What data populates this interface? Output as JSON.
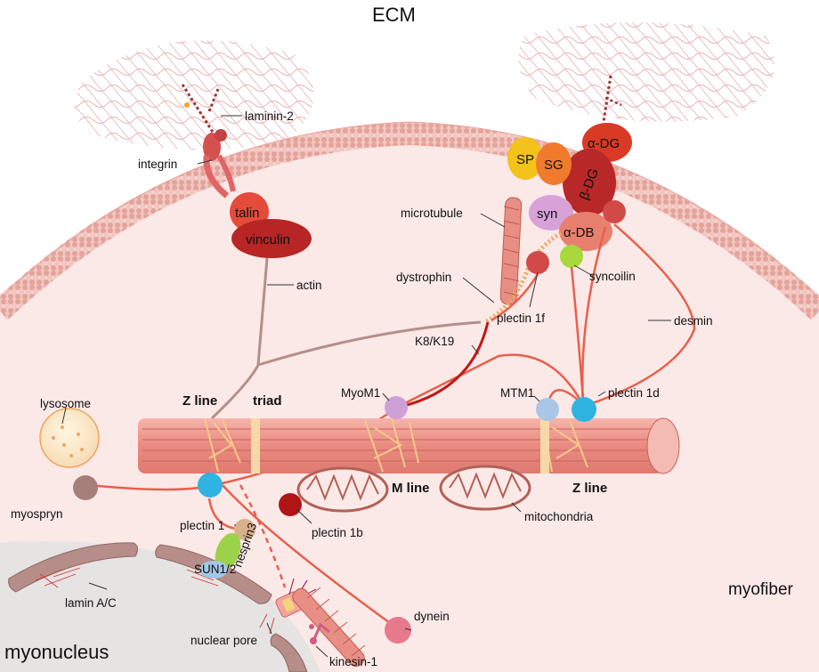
{
  "titles": {
    "ecm": "ECM",
    "myofiber": "myofiber",
    "myonucleus": "myonucleus"
  },
  "labels": {
    "laminin2": "laminin-2",
    "integrin": "integrin",
    "talin": "talin",
    "vinculin": "vinculin",
    "actin": "actin",
    "microtubule": "microtubule",
    "dystrophin": "dystrophin",
    "k8k19": "K8/K19",
    "plectin1f": "plectin 1f",
    "syncoilin": "syncoilin",
    "desmin": "desmin",
    "sp": "SP",
    "sg": "SG",
    "adg": "α-DG",
    "bdg": "β-DG",
    "syn": "syn",
    "adb": "α-DB",
    "zline_left": "Z line",
    "triad": "triad",
    "myom1": "MyoM1",
    "mtm1": "MTM1",
    "plectin1d": "plectin 1d",
    "lysosome": "lysosome",
    "myospryn": "myospryn",
    "plectin1": "plectin 1",
    "plectin1b": "plectin 1b",
    "mline": "M line",
    "mitochondria": "mitochondria",
    "zline_right": "Z line",
    "nesprin3": "nesprin3",
    "sun12": "SUN1/2",
    "laminac": "lamin A/C",
    "nuclearpore": "nuclear pore",
    "kinesin1": "kinesin-1",
    "dynein": "dynein"
  },
  "colors": {
    "cytoplasm": "#fbe9e7",
    "membrane": "#e8a79f",
    "linker": "#e8604c",
    "actin_line": "#b58e8a",
    "myofibril": "#e88f85",
    "zdisc": "#f4c989",
    "talin": "#e54b3a",
    "vinculin": "#b72525",
    "dg_red": "#b82828",
    "sp": "#f3c21b",
    "sg": "#f07b2c",
    "syn": "#d8a2d8",
    "syncoilin": "#a8d83a",
    "myom1": "#cfa0d6",
    "mtm1": "#a9c6e8",
    "cyan": "#2fb4e2",
    "plectin1": "#d8b08c",
    "nesprin3": "#9bd24a",
    "sun12": "#a3c7e6",
    "myospryn": "#a57f79",
    "dynein": "#e67a8c",
    "plectin1b": "#b01515",
    "k8k19": "#c01818"
  }
}
